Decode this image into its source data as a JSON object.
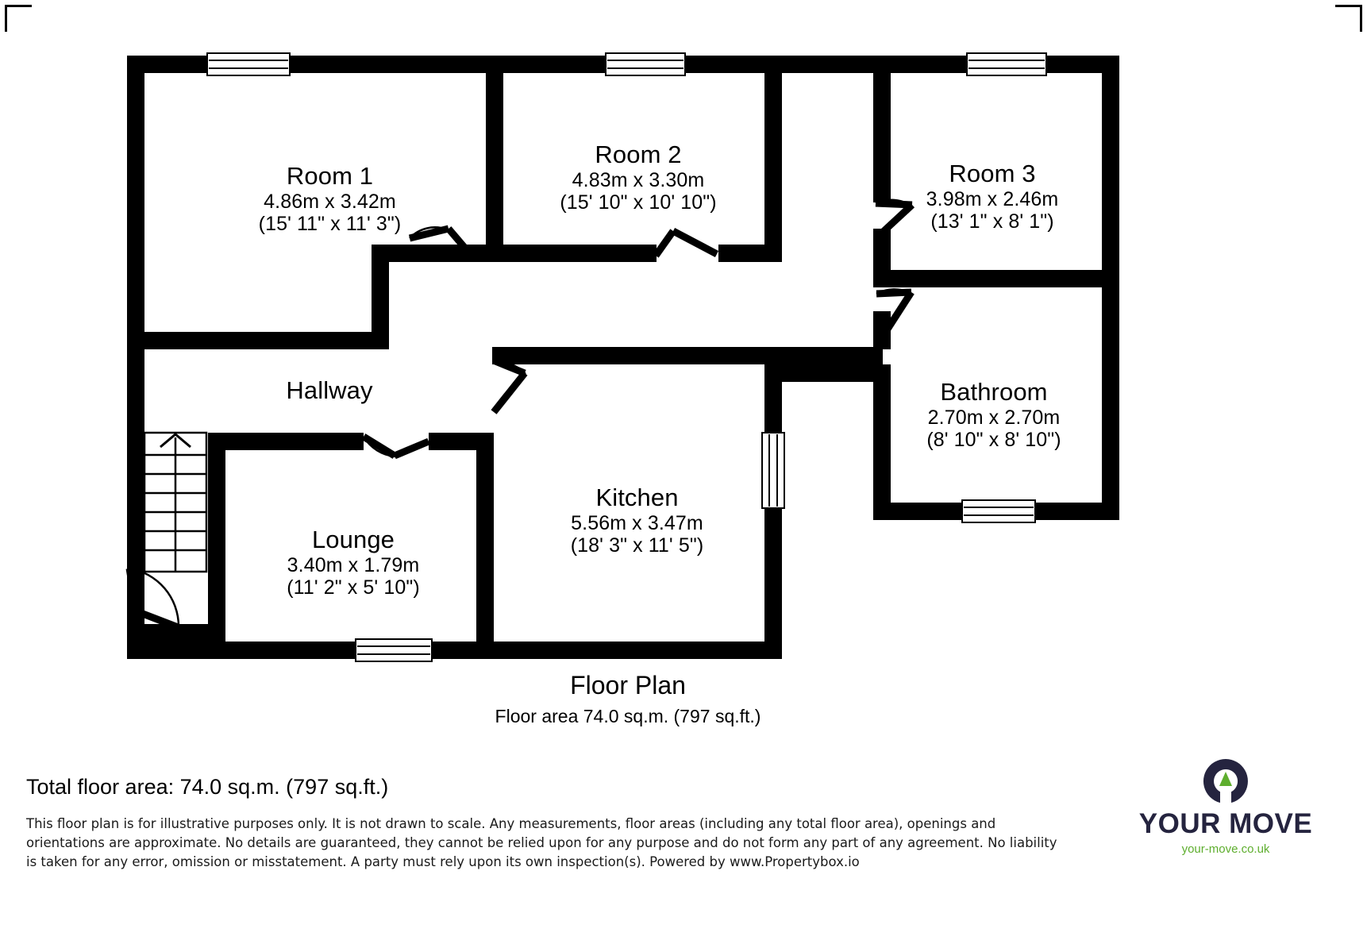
{
  "document": {
    "type": "floor-plan",
    "plan_title": "Floor Plan",
    "plan_subtitle": "Floor area 74.0 sq.m. (797 sq.ft.)",
    "total_area_line": "Total floor area: 74.0 sq.m. (797 sq.ft.)",
    "disclaimer": "This floor plan is for illustrative purposes only. It is not drawn to scale. Any measurements, floor areas (including any total floor area), openings and orientations are approximate. No details are guaranteed, they cannot be relied upon for any purpose and do not form any part of any agreement. No liability is taken for any error, omission or misstatement. A party must rely upon its own inspection(s). Powered by www.Propertybox.io"
  },
  "rooms": [
    {
      "id": "room-1",
      "name": "Room 1",
      "metric": "4.86m x 3.42m",
      "imperial": "(15' 11\" x 11' 3\")"
    },
    {
      "id": "room-2",
      "name": "Room 2",
      "metric": "4.83m x 3.30m",
      "imperial": "(15' 10\" x 10' 10\")"
    },
    {
      "id": "room-3",
      "name": "Room 3",
      "metric": "3.98m x 2.46m",
      "imperial": "(13' 1\" x 8' 1\")"
    },
    {
      "id": "bathroom",
      "name": "Bathroom",
      "metric": "2.70m x 2.70m",
      "imperial": "(8' 10\" x 8' 10\")"
    },
    {
      "id": "hallway",
      "name": "Hallway",
      "metric": "",
      "imperial": ""
    },
    {
      "id": "lounge",
      "name": "Lounge",
      "metric": "3.40m x 1.79m",
      "imperial": "(11' 2\" x 5' 10\")"
    },
    {
      "id": "kitchen",
      "name": "Kitchen",
      "metric": "5.56m x 3.47m",
      "imperial": "(18' 3\" x 11' 5\")"
    }
  ],
  "branding": {
    "wordmark": "YOUR MOVE",
    "url": "your-move.co.uk",
    "navy": "#25243f",
    "green": "#5eae2e"
  },
  "colors": {
    "wall": "#000000",
    "background": "#ffffff",
    "text": "#000000"
  }
}
